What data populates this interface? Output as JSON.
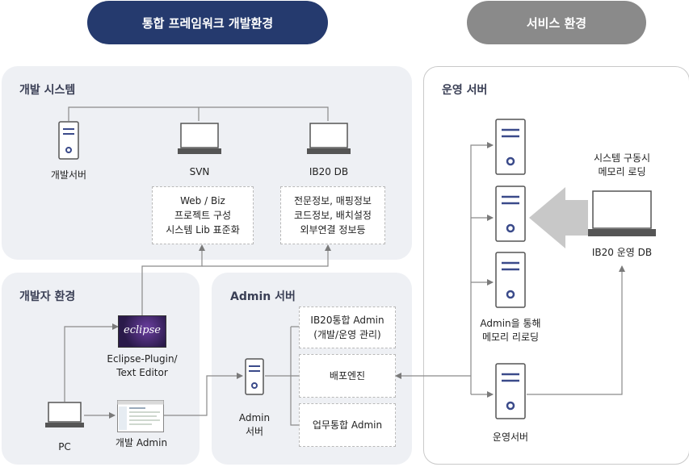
{
  "header": {
    "left_title": "통합 프레임워크 개발환경",
    "right_title": "서비스 환경",
    "left_color": "#253a6e",
    "right_color": "#8a8a8a"
  },
  "dev_system": {
    "title": "개발 시스템",
    "nodes": [
      {
        "label": "개발서버",
        "icon": "server-icon"
      },
      {
        "label": "SVN",
        "icon": "laptop-icon"
      },
      {
        "label": "IB20 DB",
        "icon": "laptop-icon"
      }
    ],
    "svn_box": [
      "Web / Biz",
      "프로젝트 구성",
      "시스템 Lib 표준화"
    ],
    "db_box": [
      "전문정보, 매핑정보",
      "코드정보, 배치설정",
      "외부연결 정보등"
    ]
  },
  "dev_env": {
    "title": "개발자 환경",
    "eclipse_logo_text": "eclipse",
    "eclipse_label": [
      "Eclipse-Plugin/",
      "Text Editor"
    ],
    "pc_label": "PC",
    "admin_label": "개발 Admin"
  },
  "admin_server": {
    "title": "Admin 서버",
    "server_label": [
      "Admin",
      "서버"
    ],
    "boxes": [
      [
        "IB20통합 Admin",
        "(개발/운영 관리)"
      ],
      [
        "배포엔진"
      ],
      [
        "업무통합 Admin"
      ]
    ]
  },
  "service": {
    "title": "운영 서버",
    "boot_label": [
      "시스템 구동시",
      "메모리 로딩"
    ],
    "db_label": "IB20 운영 DB",
    "reload_label": [
      "Admin을 통해",
      "메모리 리로딩"
    ],
    "server_label": "운영서버"
  },
  "colors": {
    "accent": "#3a4a8a",
    "panel": "#eef0f4",
    "line": "#7a7a7a",
    "arrow_big": "#c8c8c8"
  }
}
